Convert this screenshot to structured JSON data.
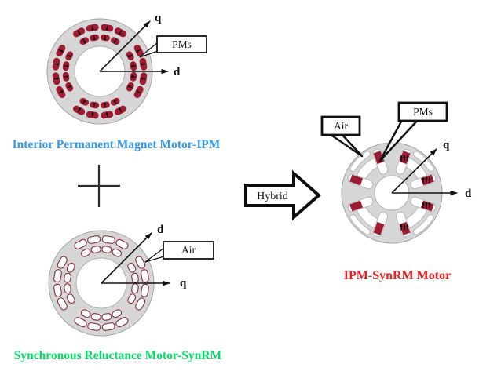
{
  "titles": {
    "ipm": "Interior Permanent Magnet Motor-IPM",
    "synrm": "Synchronous Reluctance Motor-SynRM",
    "hybrid": "IPM-SynRM Motor"
  },
  "hybrid_arrow": {
    "label": "Hybrid"
  },
  "callouts": {
    "ipm_pms": "PMs",
    "synrm_air": "Air",
    "hybrid_air": "Air",
    "hybrid_pms": "PMs"
  },
  "axes": {
    "ipm": {
      "diagonal": "q",
      "horizontal": "d"
    },
    "synrm": {
      "diagonal": "d",
      "horizontal": "q"
    },
    "hybrid": {
      "diagonal": "q",
      "horizontal": "d"
    }
  },
  "colors": {
    "magnet_red": "#9e1b32",
    "rotor_gray": "#d6d6d6",
    "air_barrier_outline": "#8b3a45",
    "title_ipm_blue": "#3399f3",
    "title_synrm_green": "#00dd66",
    "title_hybrid_red": "#f21b1b"
  }
}
